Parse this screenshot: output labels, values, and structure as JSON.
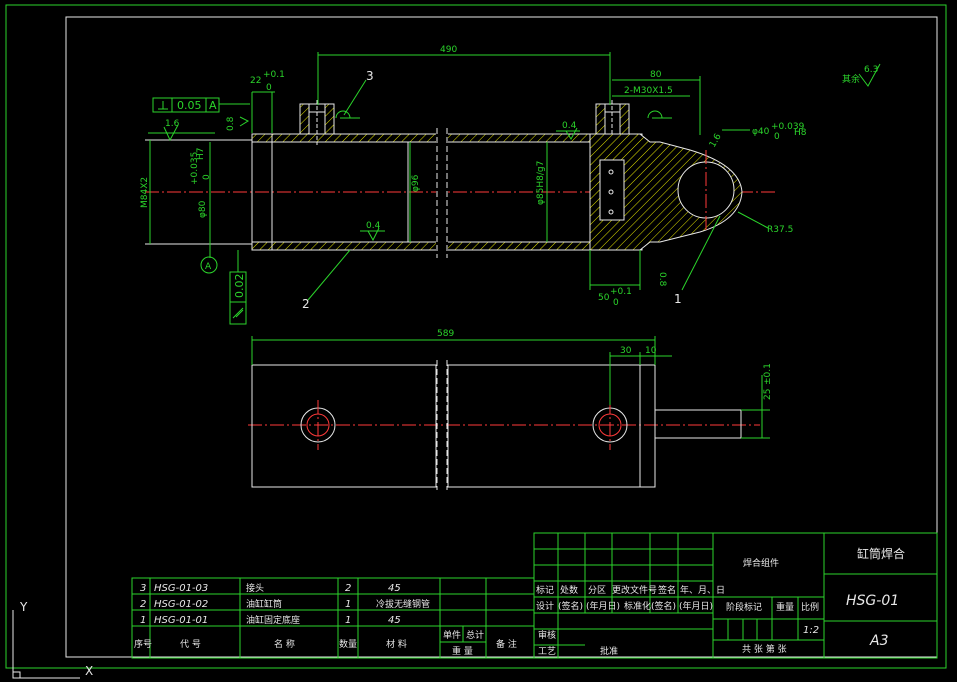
{
  "title_block": {
    "drawing_name": "缸筒焊合",
    "drawing_number": "HSG-01",
    "sheet_size": "A3",
    "scale": "1:2",
    "assembly_label": "焊合组件",
    "h_mark": "标记",
    "h_count": "处数",
    "h_zone": "分区",
    "h_change": "更改文件号",
    "h_sign": "签名",
    "h_date": "年、月、日",
    "h_design": "设计",
    "h_signed": "(签名)",
    "h_ymd": "(年月日)",
    "h_standard": "标准化",
    "h_stage": "阶段标记",
    "h_weight": "重量",
    "h_ratio": "比例",
    "h_review": "审核",
    "h_process": "工艺",
    "h_sheets": "共  张  第  张",
    "h_approve": "批准"
  },
  "bom": {
    "headers": {
      "no": "序号",
      "code": "代  号",
      "name": "名  称",
      "qty": "数量",
      "material": "材  料",
      "unit": "单件",
      "total": "总计",
      "weight": "重  量",
      "remark": "备  注"
    },
    "rows": [
      {
        "no": "3",
        "code": "HSG-01-03",
        "name": "接头",
        "qty": "2",
        "material": "45"
      },
      {
        "no": "2",
        "code": "HSG-01-02",
        "name": "油缸缸筒",
        "qty": "1",
        "material": "冷拔无缝钢管"
      },
      {
        "no": "1",
        "code": "HSG-01-01",
        "name": "油缸固定底座",
        "qty": "1",
        "material": "45"
      }
    ]
  },
  "dimensions": {
    "d490": "490",
    "d80": "80",
    "thread": "2-M30X1.5",
    "d22": "22",
    "d22tol": "+0.1",
    "d22tol0": "0",
    "bore_tol": "0.05",
    "datum": "A",
    "datum_bubble": "A",
    "r16a": "1.6",
    "r16b": "1.6",
    "r08a": "0.8",
    "r08b": "0.8",
    "r04a": "0.4",
    "r04b": "0.4",
    "m84": "M84X2",
    "phi80": "φ80",
    "phi80tol": "+0.035",
    "phi80tol0": "0",
    "phi80fit": "H7",
    "phi96": "φ96",
    "phi85": "φ85H8/g7",
    "phi40": "φ40",
    "phi40tol": "+0.039",
    "phi40tol0": "0",
    "phi40fit": "H8",
    "r37": "R37.5",
    "d50": "50",
    "d50tol": "+0.1",
    "d50tol0": "0",
    "runout": "0.02",
    "d589": "589",
    "d30": "30",
    "d10": "10",
    "d25": "25",
    "d25tol": "±0.1",
    "surface_other": "其余",
    "surface_val": "6.3",
    "balloon1": "1",
    "balloon2": "2",
    "balloon3": "3",
    "axis_y": "Y",
    "axis_x": "X"
  },
  "colors": {
    "background": "#000000",
    "outline": "#e8e8e8",
    "dimension": "#2bd42b",
    "centerline": "#ff3a3a",
    "hatch": "#e6e600"
  }
}
